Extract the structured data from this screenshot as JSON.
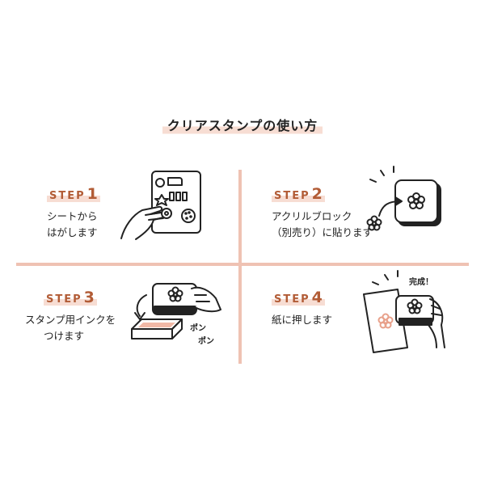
{
  "title": "クリアスタンプの使い方",
  "steps": [
    {
      "label": "STEP",
      "number": "1",
      "lines": [
        "シートから",
        "はがします"
      ]
    },
    {
      "label": "STEP",
      "number": "2",
      "lines": [
        "アクリルブロック",
        "（別売り）に貼ります"
      ]
    },
    {
      "label": "STEP",
      "number": "3",
      "lines": [
        "スタンプ用インクを",
        "つけます"
      ],
      "sound": [
        "ポン",
        "ポン"
      ]
    },
    {
      "label": "STEP",
      "number": "4",
      "lines": [
        "紙に押します"
      ],
      "exclaim": "完成！"
    }
  ],
  "colors": {
    "accent": "#b25c36",
    "highlight": "#f7ddd3",
    "divider": "#efc2b3",
    "ink_pad": "#f0b8a6",
    "stamp_mark": "#e8a08a"
  }
}
